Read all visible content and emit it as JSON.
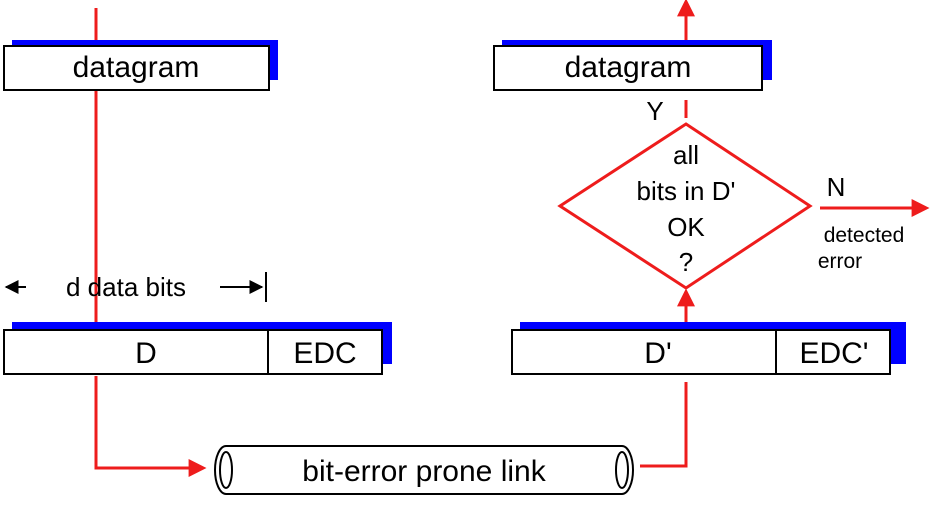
{
  "sender": {
    "datagram_label": "datagram",
    "data_bits_label": "d data bits",
    "data_field": "D",
    "edc_field": "EDC"
  },
  "receiver": {
    "datagram_label": "datagram",
    "data_field": "D'",
    "edc_field": "EDC'"
  },
  "decision": {
    "lines": [
      "all",
      "bits in D'",
      "OK",
      "?"
    ],
    "yes_label": "Y",
    "no_label": "N",
    "no_outcome_lines": [
      "detected",
      "error"
    ]
  },
  "link": {
    "label": "bit-error prone link"
  },
  "colors": {
    "flow": "#ee1c1c",
    "shadow": "#0000ff",
    "box_fill": "#ffffff",
    "box_stroke": "#000000"
  }
}
